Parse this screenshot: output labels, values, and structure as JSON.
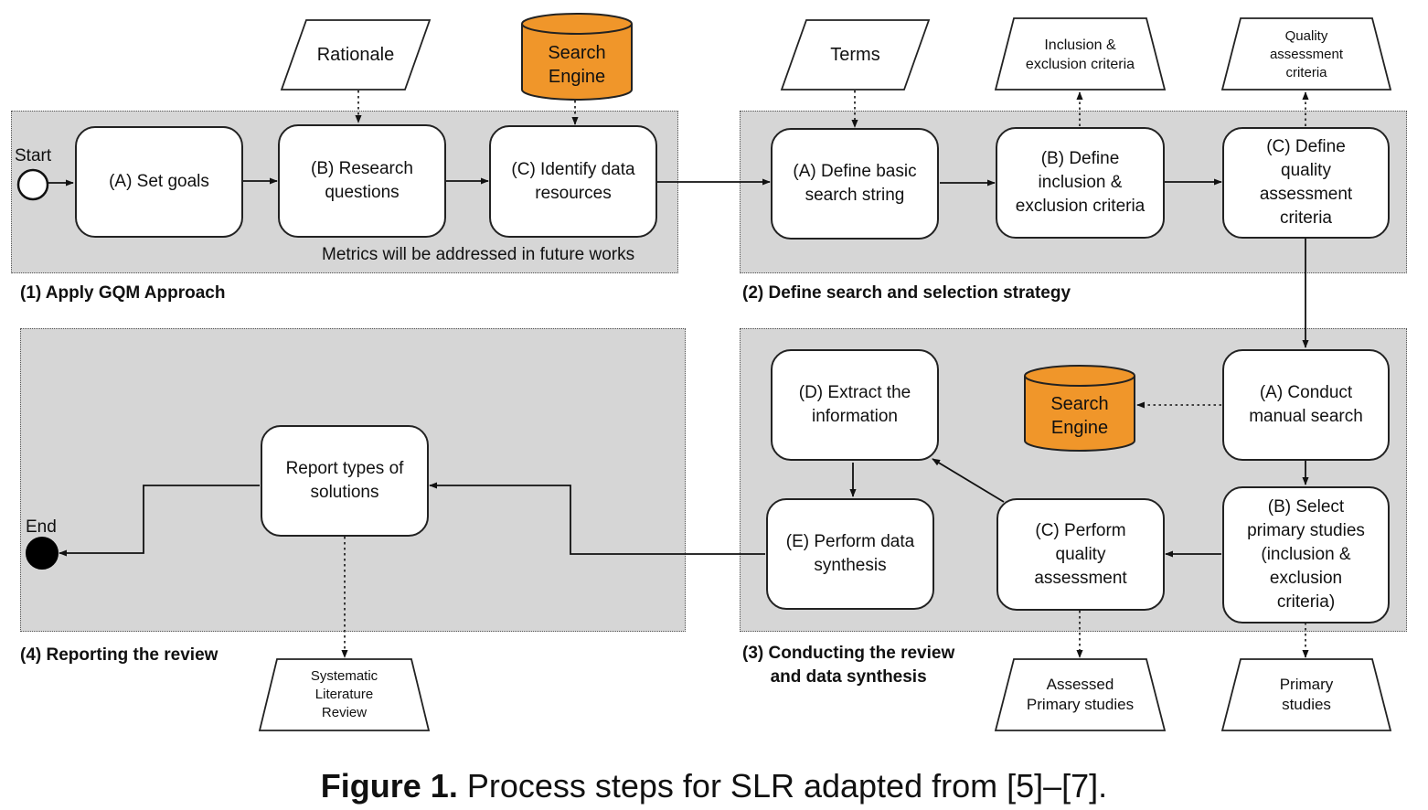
{
  "colors": {
    "panel": "#d6d6d6",
    "search_engine": "#f0962a",
    "line": "#111111"
  },
  "phases": {
    "p1": {
      "label": "(1) Apply GQM Approach",
      "note": "Metrics will be addressed in future works"
    },
    "p2": {
      "label": "(2) Define search and selection strategy"
    },
    "p3": {
      "label_line1": "(3) Conducting the review",
      "label_line2": "and data synthesis"
    },
    "p4": {
      "label": "(4) Reporting the review"
    }
  },
  "events": {
    "start": "Start",
    "end": "End"
  },
  "steps": {
    "p1_a": "(A) Set goals",
    "p1_b": [
      "(B) Research",
      "questions"
    ],
    "p1_c": [
      "(C) Identify data",
      "resources"
    ],
    "p2_a": [
      "(A) Define basic",
      "search string"
    ],
    "p2_b": [
      "(B) Define",
      "inclusion &",
      "exclusion criteria"
    ],
    "p2_c": [
      "(C) Define",
      "quality",
      "assessment",
      "criteria"
    ],
    "p3_a": [
      "(A) Conduct",
      "manual search"
    ],
    "p3_b": [
      "(B) Select",
      "primary studies",
      "(inclusion &",
      "exclusion",
      "criteria)"
    ],
    "p3_c": [
      "(C) Perform",
      "quality",
      "assessment"
    ],
    "p3_d": [
      "(D) Extract the",
      "information"
    ],
    "p3_e": [
      "(E) Perform data",
      "synthesis"
    ],
    "p4_report": [
      "Report types of",
      "solutions"
    ]
  },
  "inputs": {
    "rationale": "Rationale",
    "terms": "Terms"
  },
  "outputs": {
    "incl_excl": [
      "Inclusion &",
      "exclusion criteria"
    ],
    "quality_criteria": [
      "Quality",
      "assessment",
      "criteria"
    ],
    "slr": [
      "Systematic",
      "Literature",
      "Review"
    ],
    "assessed": [
      "Assessed",
      "Primary studies"
    ],
    "primary": [
      "Primary",
      "studies"
    ]
  },
  "databases": {
    "db1": [
      "Search",
      "Engine"
    ],
    "db2": [
      "Search",
      "Engine"
    ]
  },
  "caption": {
    "bold": "Figure 1.",
    "text": " Process steps for SLR adapted from [5]–[7]."
  }
}
